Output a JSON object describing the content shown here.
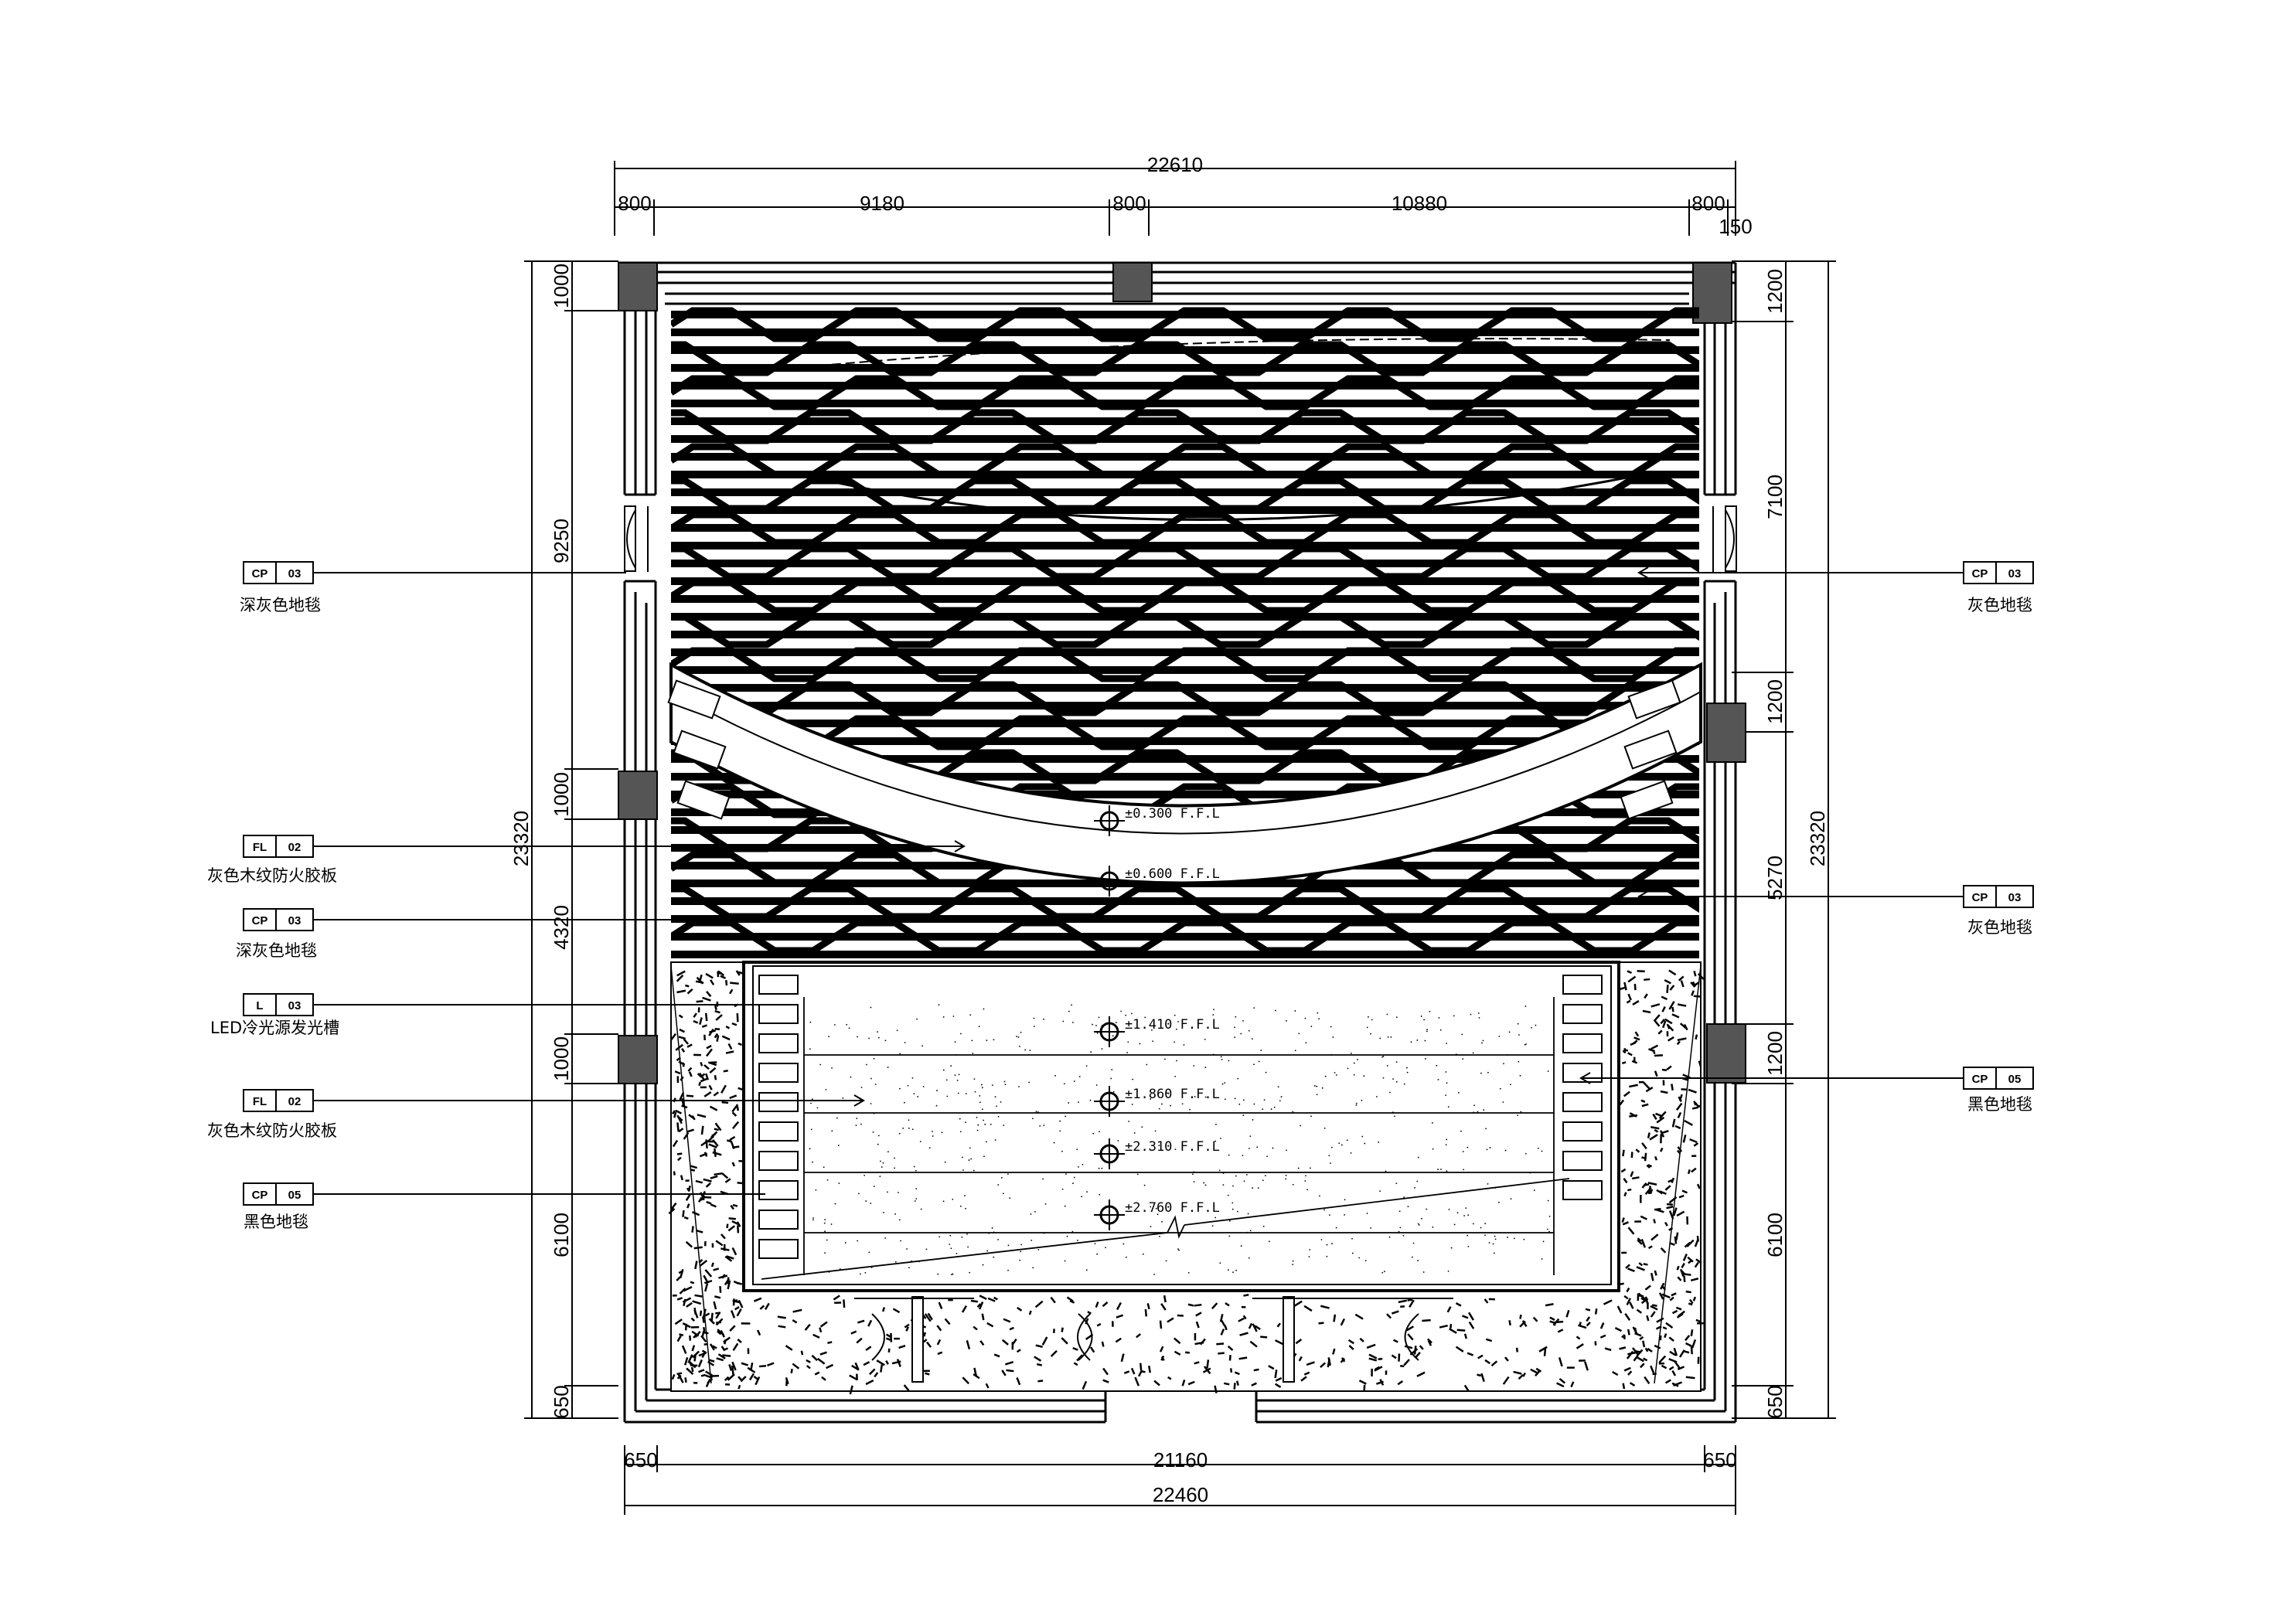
{
  "dimensions": {
    "top_total": "22610",
    "top_parts": [
      "800",
      "9180",
      "800",
      "10880",
      "800"
    ],
    "top_extra": "150",
    "bottom_parts": [
      "650",
      "21160",
      "650"
    ],
    "bottom_total": "22460",
    "left_total": "23320",
    "left_parts": [
      "1000",
      "9250",
      "1000",
      "4320",
      "1000",
      "6100",
      "650"
    ],
    "right_total": "23320",
    "right_parts": [
      "1200",
      "7100",
      "1200",
      "5270",
      "1200",
      "6100",
      "650"
    ]
  },
  "levels": [
    "±0.300",
    "±0.600",
    "±1.410",
    "±1.860",
    "±2.310",
    "±2.760"
  ],
  "level_suffix": "F.F.L",
  "callouts_left": [
    {
      "code": "CP",
      "num": "03",
      "label": "深灰色地毯"
    },
    {
      "code": "FL",
      "num": "02",
      "label": "灰色木纹防火胶板"
    },
    {
      "code": "CP",
      "num": "03",
      "label": "深灰色地毯"
    },
    {
      "code": "L",
      "num": "03",
      "label": "LED冷光源发光槽"
    },
    {
      "code": "FL",
      "num": "02",
      "label": "灰色木纹防火胶板"
    },
    {
      "code": "CP",
      "num": "05",
      "label": "黑色地毯"
    }
  ],
  "callouts_right": [
    {
      "code": "CP",
      "num": "03",
      "label": "灰色地毯"
    },
    {
      "code": "CP",
      "num": "03",
      "label": "灰色地毯"
    },
    {
      "code": "CP",
      "num": "05",
      "label": "黑色地毯"
    }
  ],
  "colors": {
    "ink": "#000000",
    "column": "#555555",
    "paper": "#ffffff"
  }
}
